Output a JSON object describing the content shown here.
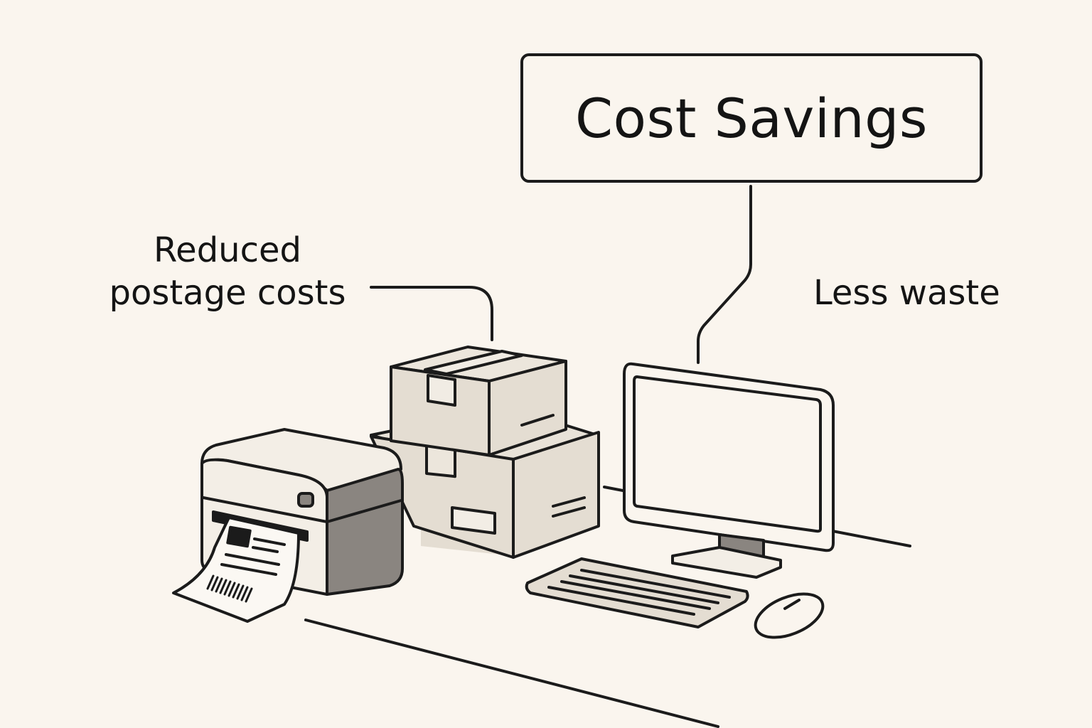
{
  "title": "Cost Savings",
  "labels": {
    "postage_line1": "Reduced",
    "postage_line2": "postage costs",
    "waste": "Less waste"
  },
  "colors": {
    "background": "#faf5ee",
    "stroke": "#1b1b1b",
    "box_fill": "#e4ddd2",
    "printer_dark": "#8a8580",
    "printer_light": "#f3eee6"
  },
  "icons": [
    "label-printer-icon",
    "shipping-box-icon",
    "monitor-icon",
    "keyboard-icon",
    "mouse-icon",
    "shipping-label-icon"
  ]
}
